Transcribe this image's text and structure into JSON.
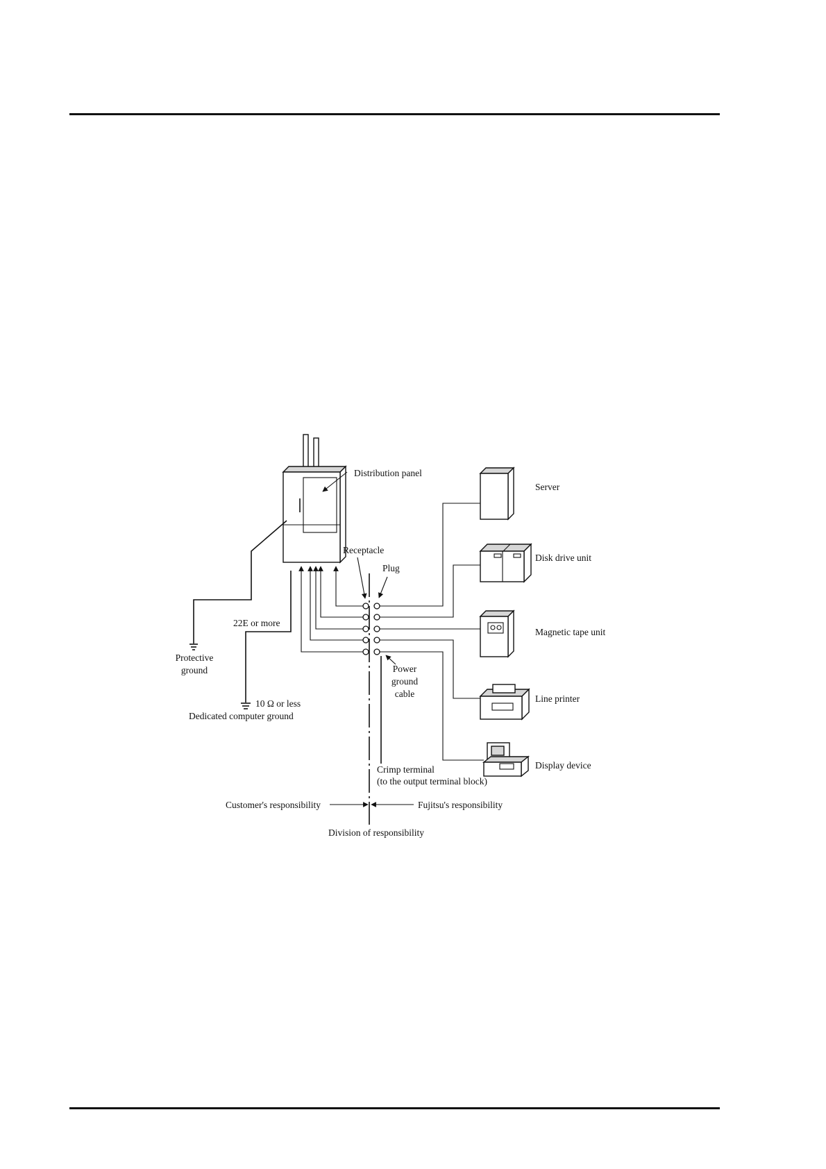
{
  "labels": {
    "distribution_panel": "Distribution panel",
    "server": "Server",
    "disk_drive_unit": "Disk drive unit",
    "magnetic_tape_unit": "Magnetic tape unit",
    "line_printer": "Line printer",
    "display_device": "Display device",
    "receptacle": "Receptacle",
    "plug": "Plug",
    "ground_22e": "22E or more",
    "protective_ground_1": "Protective",
    "protective_ground_2": "ground",
    "ten_ohm": "10 Ω or less",
    "dedicated_ground": "Dedicated computer ground",
    "power_ground_cable_1": "Power",
    "power_ground_cable_2": "ground",
    "power_ground_cable_3": "cable",
    "crimp_terminal_1": "Crimp terminal",
    "crimp_terminal_2": "(to the output terminal block)",
    "customer_responsibility": "Customer's responsibility",
    "fujitsu_responsibility": "Fujitsu's responsibility",
    "division_of_responsibility": "Division of responsibility"
  },
  "icons": {
    "distribution_panel": "distribution-panel-icon",
    "server": "server-icon",
    "disk_drive": "disk-drive-icon",
    "tape_unit": "tape-unit-icon",
    "line_printer": "printer-icon",
    "display_device": "display-icon",
    "ground": "ground-symbol-icon"
  }
}
